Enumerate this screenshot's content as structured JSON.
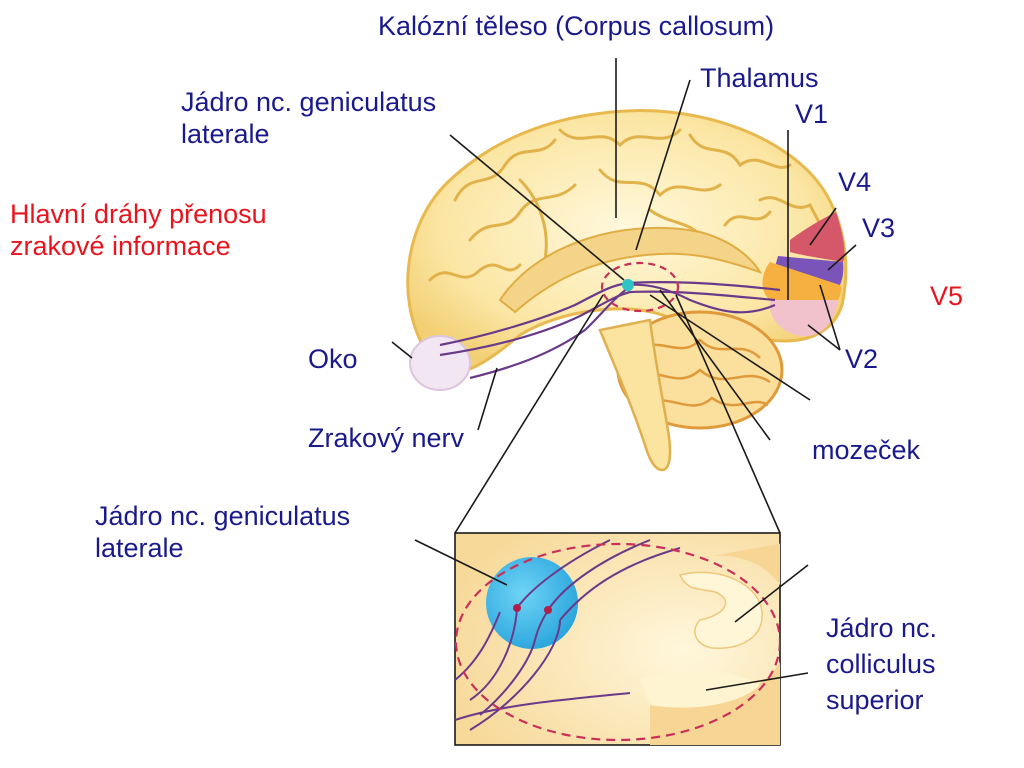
{
  "title": "Hlavní dráhy přenosu zrakové informace",
  "title_lines": [
    "Hlavní dráhy přenosu",
    "zrakové informace"
  ],
  "labels": {
    "corpus_callosum": "Kalózní těleso (Corpus callosum)",
    "thalamus": "Thalamus",
    "v1": "V1",
    "v4": "V4",
    "v3": "V3",
    "v5": "V5",
    "v2": "V2",
    "lgn_top": [
      "Jádro nc. geniculatus",
      "laterale"
    ],
    "eye": "Oko",
    "optic_nerve": "Zrakový nerv",
    "cerebellum": "mozeček",
    "lgn_inset": [
      "Jádro nc. geniculatus",
      "laterale"
    ],
    "colliculus": [
      "Jádro nc.",
      "colliculus",
      "superior"
    ]
  },
  "colors": {
    "label_blue": "#1a1a8c",
    "title_red": "#e8141e",
    "brain_fill": "#fbe6a4",
    "brain_gyri": "#e4b74a",
    "pathway": "#6a3a8a",
    "lgn_blue": "#39b6e8",
    "inset_outline": "#c8305a",
    "v1_area": "#f2c2cc",
    "v2_area": "#f6b040",
    "v3_area": "#7a54b8",
    "v4_area": "#d5586a"
  }
}
